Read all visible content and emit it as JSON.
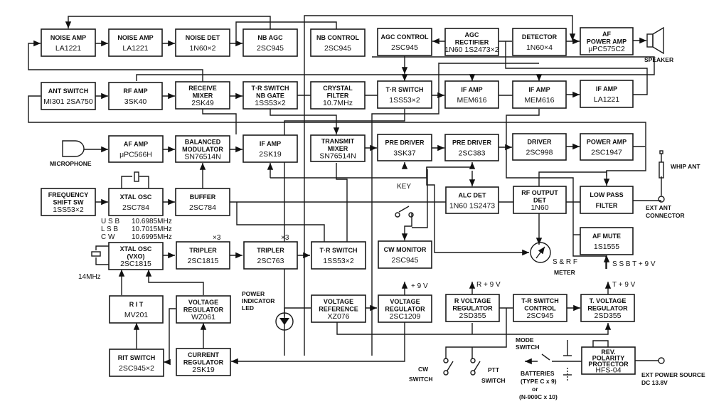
{
  "blocks": {
    "noise_amp_1": [
      "NOISE AMP",
      "LA1221"
    ],
    "noise_amp_2": [
      "NOISE AMP",
      "LA1221"
    ],
    "noise_det": [
      "NOISE DET",
      "1N60×2"
    ],
    "nb_agc": [
      "NB AGC",
      "2SC945"
    ],
    "nb_control": [
      "NB CONTROL",
      "2SC945"
    ],
    "agc_control": [
      "AGC CONTROL",
      "2SC945"
    ],
    "agc_rectifier": [
      "AGC",
      "RECTIFIER",
      "1N60 1S2473×2"
    ],
    "detector": [
      "DETECTOR",
      "1N60×4"
    ],
    "af_power_amp": [
      "AF",
      "POWER AMP",
      "μPC575C2"
    ],
    "ant_switch": [
      "ANT SWITCH",
      "MI301 2SA750"
    ],
    "rf_amp": [
      "RF AMP",
      "3SK40"
    ],
    "receive_mixer": [
      "RECEIVE",
      "MIXER",
      "2SK49"
    ],
    "tr_switch_nb_gate": [
      "T·R SWITCH",
      "NB GATE",
      "1SS53×2"
    ],
    "crystal_filter": [
      "CRYSTAL",
      "FILTER",
      "10.7MHz"
    ],
    "tr_switch_1": [
      "T·R SWITCH",
      "1SS53×2"
    ],
    "if_amp_1": [
      "IF AMP",
      "MEM616"
    ],
    "if_amp_2": [
      "IF AMP",
      "MEM616"
    ],
    "if_amp_3": [
      "IF AMP",
      "LA1221"
    ],
    "af_amp": [
      "AF AMP",
      "μPC566H"
    ],
    "balanced_modulator": [
      "BALANCED",
      "MODULATOR",
      "SN76514N"
    ],
    "if_amp_tx": [
      "IF AMP",
      "2SK19"
    ],
    "transmit_mixer": [
      "TRANSMIT",
      "MIXER",
      "SN76514N"
    ],
    "pre_driver_1": [
      "PRE DRIVER",
      "3SK37"
    ],
    "pre_driver_2": [
      "PRE DRIVER",
      "2SC383"
    ],
    "driver": [
      "DRIVER",
      "2SC998"
    ],
    "power_amp": [
      "POWER AMP",
      "2SC1947"
    ],
    "freq_shift_sw": [
      "FREQUENCY",
      "SHIFT SW",
      "1SS53×2"
    ],
    "xtal_osc": [
      "XTAL OSC",
      "2SC784"
    ],
    "buffer": [
      "BUFFER",
      "2SC784"
    ],
    "alc_det": [
      "ALC DET",
      "1N60 1S2473"
    ],
    "rf_output_det": [
      "RF OUTPUT",
      "DET",
      "1N60"
    ],
    "low_pass_filter": [
      "LOW PASS",
      "FILTER"
    ],
    "xtal_osc_vxo": [
      "XTAL OSC",
      "(VXO)",
      "2SC1815"
    ],
    "tripler_1": [
      "TRIPLER",
      "2SC1815"
    ],
    "tripler_2": [
      "TRIPLER",
      "2SC763"
    ],
    "tr_switch_2": [
      "T·R SWITCH",
      "1SS53×2"
    ],
    "cw_monitor": [
      "CW MONITOR",
      "2SC945"
    ],
    "af_mute": [
      "AF MUTE",
      "1S1555"
    ],
    "rit": [
      "R I T",
      "MV201"
    ],
    "voltage_regulator_wz": [
      "VOLTAGE",
      "REGULATOR",
      "WZ061"
    ],
    "voltage_reference": [
      "VOLTAGE",
      "REFERENCE",
      "XZ076"
    ],
    "voltage_regulator_9v": [
      "VOLTAGE",
      "REGULATOR",
      "2SC1209"
    ],
    "r_voltage_regulator": [
      "R VOLTAGE",
      "REGULATOR",
      "2SD355"
    ],
    "tr_switch_control": [
      "T-R SWITCH",
      "CONTROL",
      "2SC945"
    ],
    "t_voltage_regulator": [
      "T. VOLTAGE",
      "REGULATOR",
      "2SD355"
    ],
    "rit_switch": [
      "RIT SWITCH",
      "2SC945×2"
    ],
    "current_regulator": [
      "CURRENT",
      "REGULATOR",
      "2SK19"
    ],
    "rev_polarity_protector": [
      "REV.",
      "POLARITY",
      "PROTECTOR",
      "HFS-04"
    ]
  },
  "labels": {
    "speaker": "SPEAKER",
    "microphone": "MICROPHONE",
    "whip_ant": "WHIP ANT",
    "ext_ant_1": "EXT ANT",
    "ext_ant_2": "CONNECTOR",
    "key": "KEY",
    "usb": "U S B",
    "usb_freq": "10.6985MHz",
    "lsb": "L S B",
    "lsb_freq": "10.7015MHz",
    "cw": "C W",
    "cw_freq": "10.6995MHz",
    "x3_1": "×3",
    "x3_2": "×3",
    "crystal_14": "14MHz",
    "meter_1": "S & R F",
    "meter_2": "METER",
    "ssb_t9v": "S S B T + 9 V",
    "plus9v": "+ 9 V",
    "r9v": "R + 9 V",
    "t9v": "T + 9 V",
    "power_led_1": "POWER",
    "power_led_2": "INDICATOR",
    "power_led_3": "LED",
    "mode_switch_1": "MODE",
    "mode_switch_2": "SWITCH",
    "cw_switch_1": "CW",
    "cw_switch_2": "SWITCH",
    "ptt_switch_1": "PTT",
    "ptt_switch_2": "SWITCH",
    "batteries_1": "BATTERIES",
    "batteries_2": "(TYPE C x 9)",
    "batteries_3": "or",
    "batteries_4": "(N-900C x 10)",
    "ext_power_1": "EXT POWER SOURCE",
    "ext_power_2": "DC 13.8V"
  }
}
